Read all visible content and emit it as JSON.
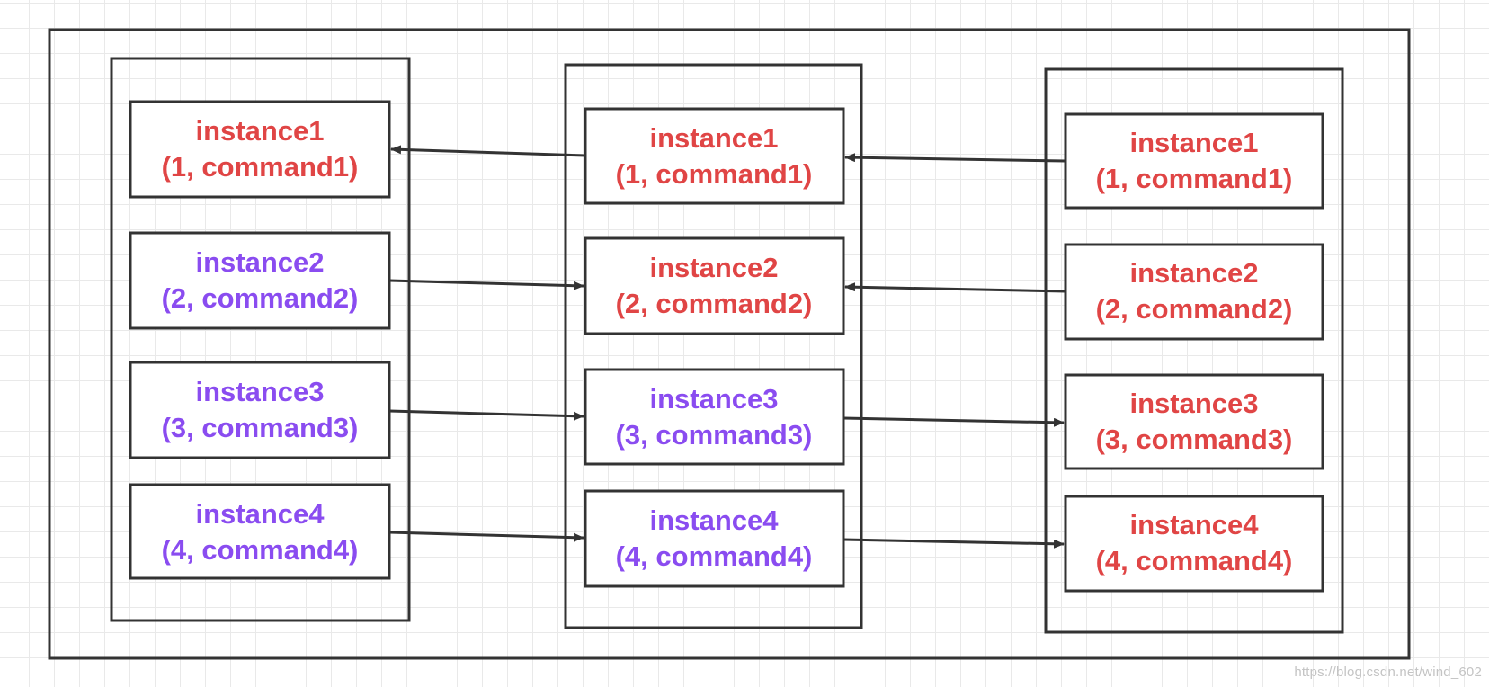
{
  "colors": {
    "stroke": "#333333",
    "text_red": "#e04545",
    "text_purple": "#8a4cf0"
  },
  "columns": [
    {
      "name": "left",
      "nodes": [
        {
          "line1": "instance1",
          "line2": "(1, command1)",
          "color": "#e04545"
        },
        {
          "line1": "instance2",
          "line2": "(2, command2)",
          "color": "#8a4cf0"
        },
        {
          "line1": "instance3",
          "line2": "(3, command3)",
          "color": "#8a4cf0"
        },
        {
          "line1": "instance4",
          "line2": "(4, command4)",
          "color": "#8a4cf0"
        }
      ]
    },
    {
      "name": "middle",
      "nodes": [
        {
          "line1": "instance1",
          "line2": "(1, command1)",
          "color": "#e04545"
        },
        {
          "line1": "instance2",
          "line2": "(2, command2)",
          "color": "#e04545"
        },
        {
          "line1": "instance3",
          "line2": "(3, command3)",
          "color": "#8a4cf0"
        },
        {
          "line1": "instance4",
          "line2": "(4, command4)",
          "color": "#8a4cf0"
        }
      ]
    },
    {
      "name": "right",
      "nodes": [
        {
          "line1": "instance1",
          "line2": "(1, command1)",
          "color": "#e04545"
        },
        {
          "line1": "instance2",
          "line2": "(2, command2)",
          "color": "#e04545"
        },
        {
          "line1": "instance3",
          "line2": "(3, command3)",
          "color": "#e04545"
        },
        {
          "line1": "instance4",
          "line2": "(4, command4)",
          "color": "#e04545"
        }
      ]
    }
  ],
  "edges": [
    {
      "from": "middle.1",
      "to": "left.1"
    },
    {
      "from": "left.2",
      "to": "middle.2"
    },
    {
      "from": "left.3",
      "to": "middle.3"
    },
    {
      "from": "left.4",
      "to": "middle.4"
    },
    {
      "from": "right.1",
      "to": "middle.1"
    },
    {
      "from": "right.2",
      "to": "middle.2"
    },
    {
      "from": "middle.3",
      "to": "right.3"
    },
    {
      "from": "middle.4",
      "to": "right.4"
    }
  ],
  "watermark": "https://blog.csdn.net/wind_602"
}
